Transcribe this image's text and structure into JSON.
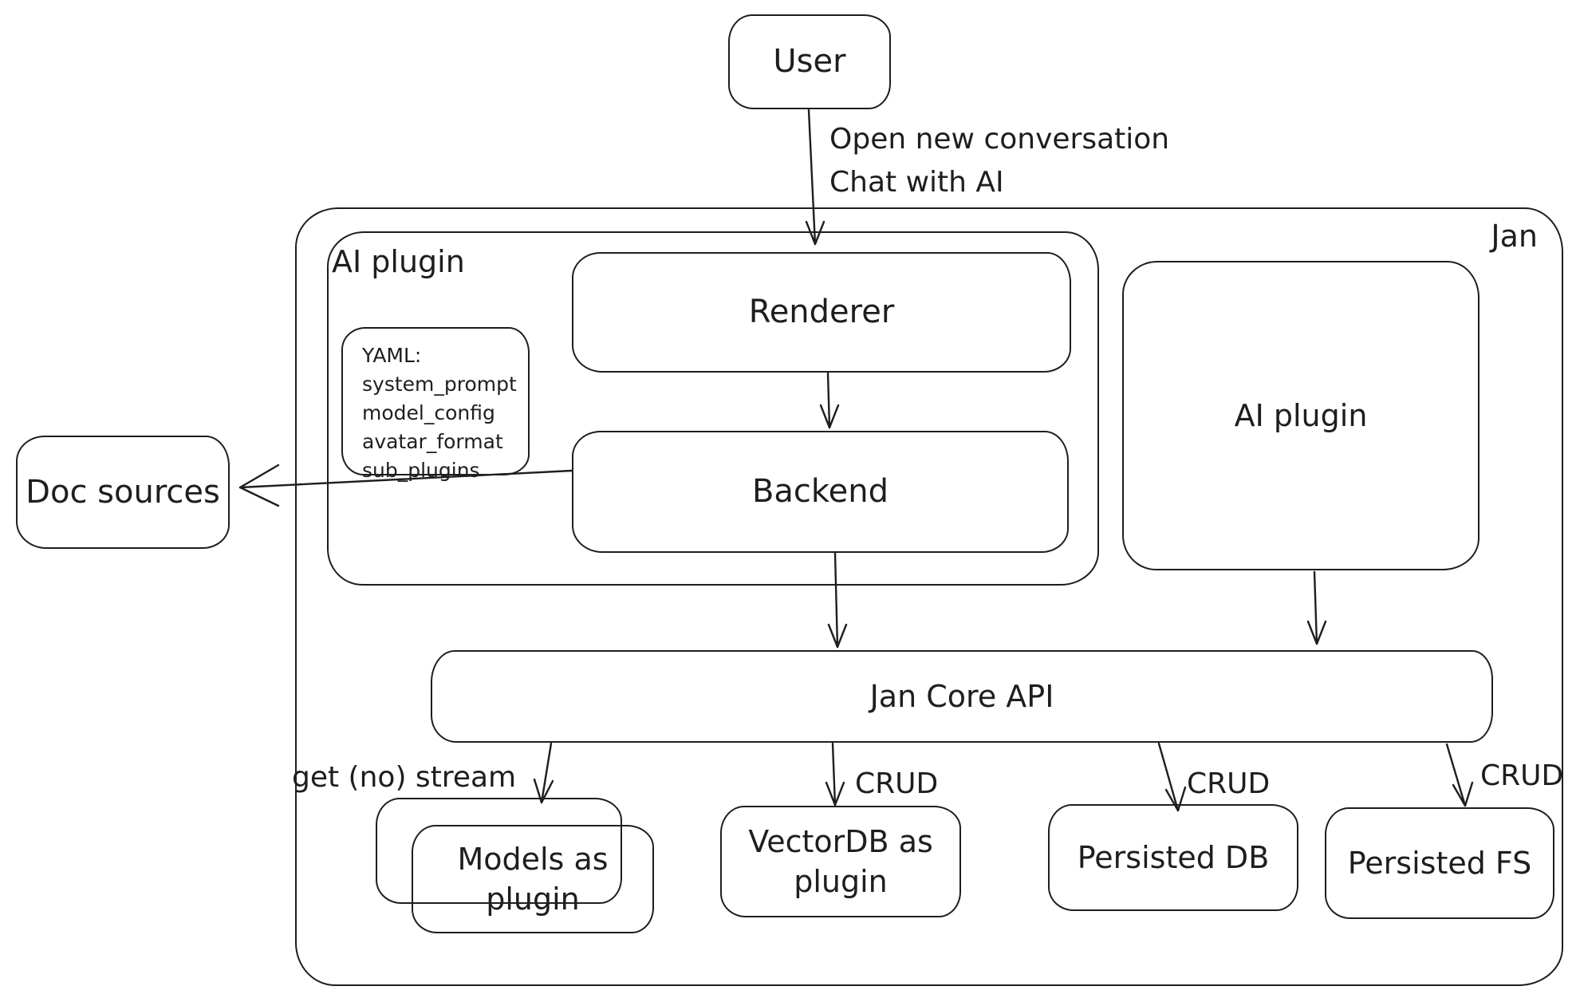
{
  "diagram": {
    "colors": {
      "stroke": "#1e1e1e",
      "background": "#ffffff"
    },
    "outer": {
      "label": "Jan"
    },
    "nodes": {
      "user": {
        "label": "User"
      },
      "ai_plugin_left": {
        "label": "AI plugin"
      },
      "yaml_note": {
        "lines": [
          "YAML:",
          "system_prompt",
          "model_config",
          "avatar_format",
          "sub_plugins"
        ]
      },
      "renderer": {
        "label": "Renderer"
      },
      "backend": {
        "label": "Backend"
      },
      "doc_sources": {
        "label": "Doc sources"
      },
      "ai_plugin_right": {
        "label": "AI plugin"
      },
      "jan_core_api": {
        "label": "Jan Core API"
      },
      "models_as_plugin": {
        "label": "Models as\nplugin"
      },
      "vectordb_as_plugin": {
        "label": "VectorDB as\nplugin"
      },
      "persisted_db": {
        "label": "Persisted DB"
      },
      "persisted_fs": {
        "label": "Persisted FS"
      }
    },
    "edge_labels": {
      "user_to_renderer": "Open new conversation\nChat with AI",
      "get_no_stream": "get (no) stream",
      "crud_vectordb": "CRUD",
      "crud_persisted_db": "CRUD",
      "crud_persisted_fs": "CRUD"
    }
  }
}
